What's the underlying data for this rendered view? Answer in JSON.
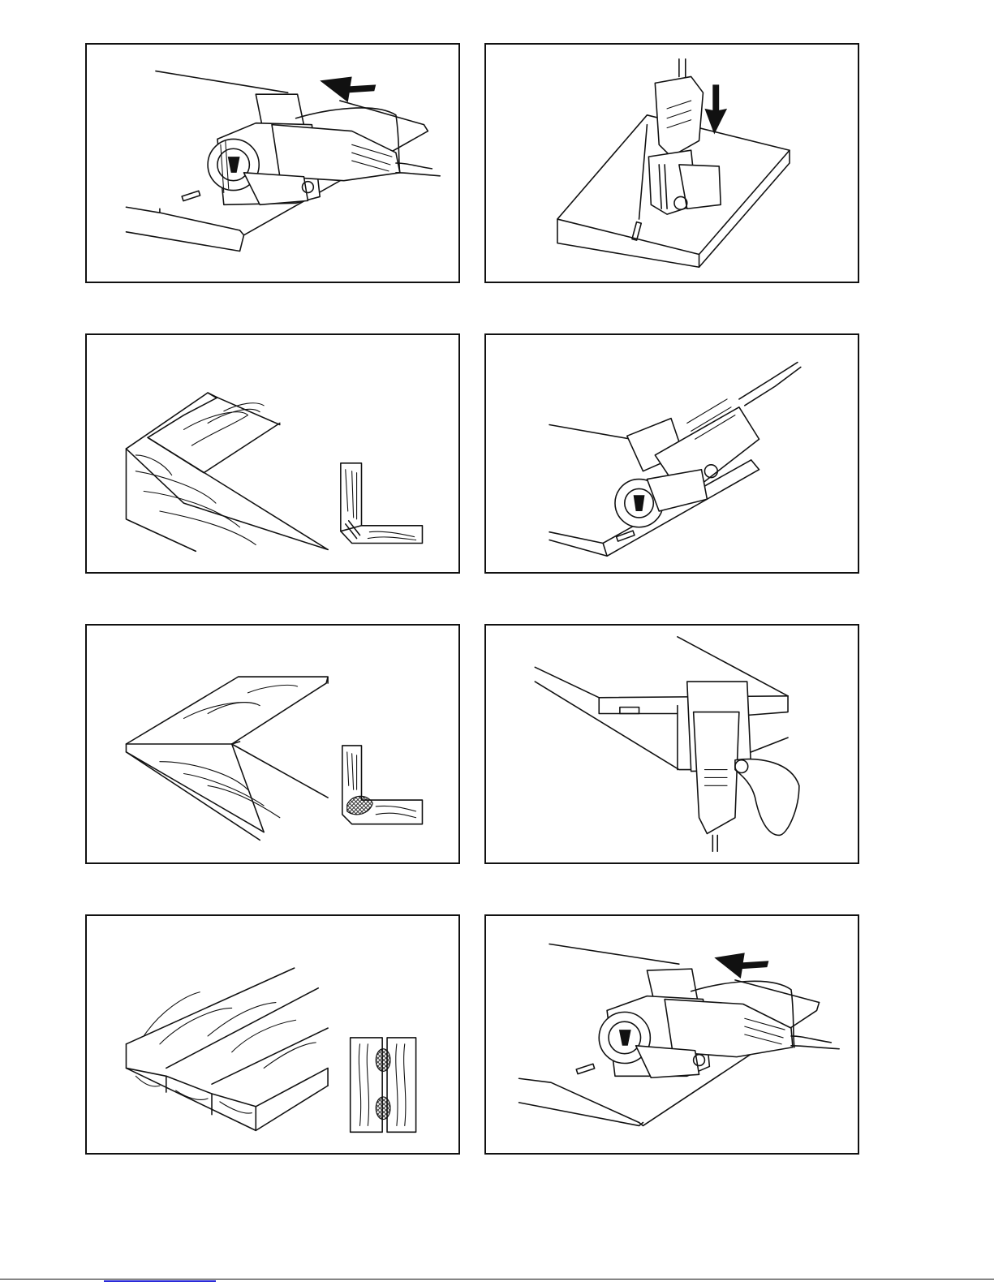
{
  "page": {
    "panels": [
      {
        "id": "p1",
        "depicts": "biscuit-joiner-horizontal-cut"
      },
      {
        "id": "p2",
        "depicts": "biscuit-joiner-vertical-cut"
      },
      {
        "id": "p3",
        "depicts": "miter-joint-wood"
      },
      {
        "id": "p4",
        "depicts": "biscuit-joiner-miter-cut"
      },
      {
        "id": "p5",
        "depicts": "flat-miter-joint-wood"
      },
      {
        "id": "p6",
        "depicts": "biscuit-joiner-edge-cut-with-dust-bag"
      },
      {
        "id": "p7",
        "depicts": "edge-to-edge-joint-wood"
      },
      {
        "id": "p8",
        "depicts": "biscuit-joiner-horizontal-cut-repeat"
      }
    ],
    "colors": {
      "ink": "#111111",
      "paper": "#ffffff",
      "link": "#2a2ad8"
    }
  }
}
